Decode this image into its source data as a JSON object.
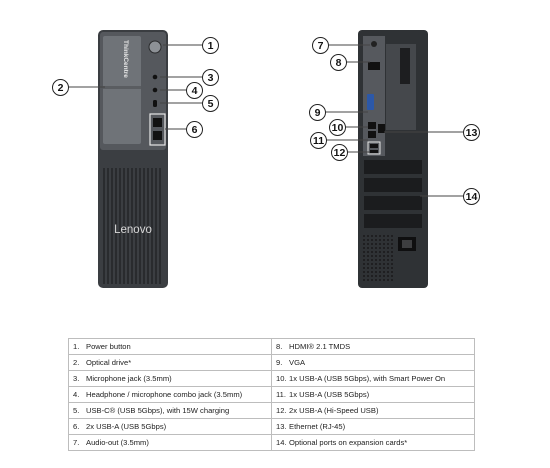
{
  "front_panel": {
    "brand_side": "ThinkCentre",
    "brand_logo": "Lenovo",
    "callouts": [
      "1",
      "2",
      "3",
      "4",
      "5",
      "6"
    ]
  },
  "rear_panel": {
    "callouts": [
      "7",
      "8",
      "9",
      "10",
      "11",
      "12",
      "13",
      "14"
    ]
  },
  "legend": {
    "left": [
      {
        "num": "1.",
        "text": "Power button"
      },
      {
        "num": "2.",
        "text": "Optical drive*"
      },
      {
        "num": "3.",
        "text": "Microphone jack (3.5mm)"
      },
      {
        "num": "4.",
        "text": "Headphone / microphone combo jack (3.5mm)"
      },
      {
        "num": "5.",
        "text": "USB-C® (USB 5Gbps), with 15W charging"
      },
      {
        "num": "6.",
        "text": "2x USB-A (USB 5Gbps)"
      },
      {
        "num": "7.",
        "text": "Audio-out (3.5mm)"
      }
    ],
    "right": [
      {
        "num": "8.",
        "text": "HDMI® 2.1 TMDS"
      },
      {
        "num": "9.",
        "text": "VGA"
      },
      {
        "num": "10.",
        "text": "1x USB-A (USB 5Gbps), with Smart Power On"
      },
      {
        "num": "11.",
        "text": "1x USB-A (USB 5Gbps)"
      },
      {
        "num": "12.",
        "text": "2x USB-A (Hi-Speed USB)"
      },
      {
        "num": "13.",
        "text": "Ethernet (RJ-45)"
      },
      {
        "num": "14.",
        "text": "Optional ports on expansion cards*"
      }
    ]
  }
}
